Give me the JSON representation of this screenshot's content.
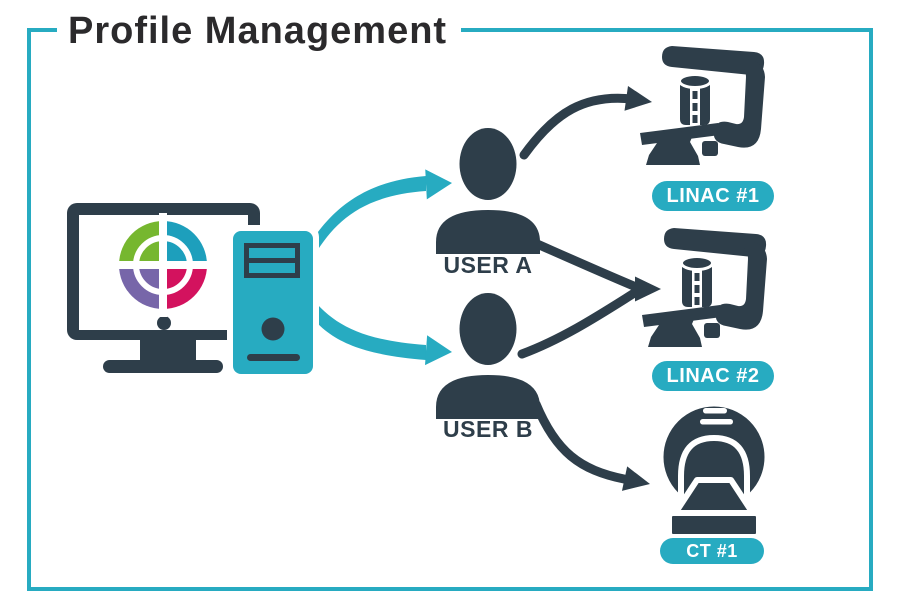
{
  "title": "Profile Management",
  "users": [
    {
      "id": "user-a",
      "label": "USER A"
    },
    {
      "id": "user-b",
      "label": "USER B"
    }
  ],
  "devices": [
    {
      "id": "linac-1",
      "label": "LINAC #1",
      "type": "linac"
    },
    {
      "id": "linac-2",
      "label": "LINAC #2",
      "type": "linac"
    },
    {
      "id": "ct-1",
      "label": "CT #1",
      "type": "ct"
    }
  ],
  "connections": [
    {
      "from": "workstation",
      "to": "user-a",
      "color": "teal"
    },
    {
      "from": "workstation",
      "to": "user-b",
      "color": "teal"
    },
    {
      "from": "user-a",
      "to": "linac-1",
      "color": "dark"
    },
    {
      "from": "user-a",
      "to": "linac-2",
      "color": "dark"
    },
    {
      "from": "user-b",
      "to": "linac-2",
      "color": "dark"
    },
    {
      "from": "user-b",
      "to": "ct-1",
      "color": "dark"
    }
  ],
  "icons": {
    "workstation": "monitor-and-tower",
    "logo": "four-color-crosshair-target",
    "user": "person-silhouette",
    "linac": "linac-gantry-with-couch",
    "ct": "ct-scanner-gantry",
    "connector": "curved-arrow"
  },
  "colors": {
    "teal": "#27abc1",
    "dark": "#2e3e4a",
    "title_text": "#2b2a2c",
    "background": "#ffffff",
    "pill_text": "#ffffff",
    "logo_green": "#76b72f",
    "logo_teal": "#1d9fbc",
    "logo_purple": "#7766a9",
    "logo_magenta": "#d3125e"
  }
}
